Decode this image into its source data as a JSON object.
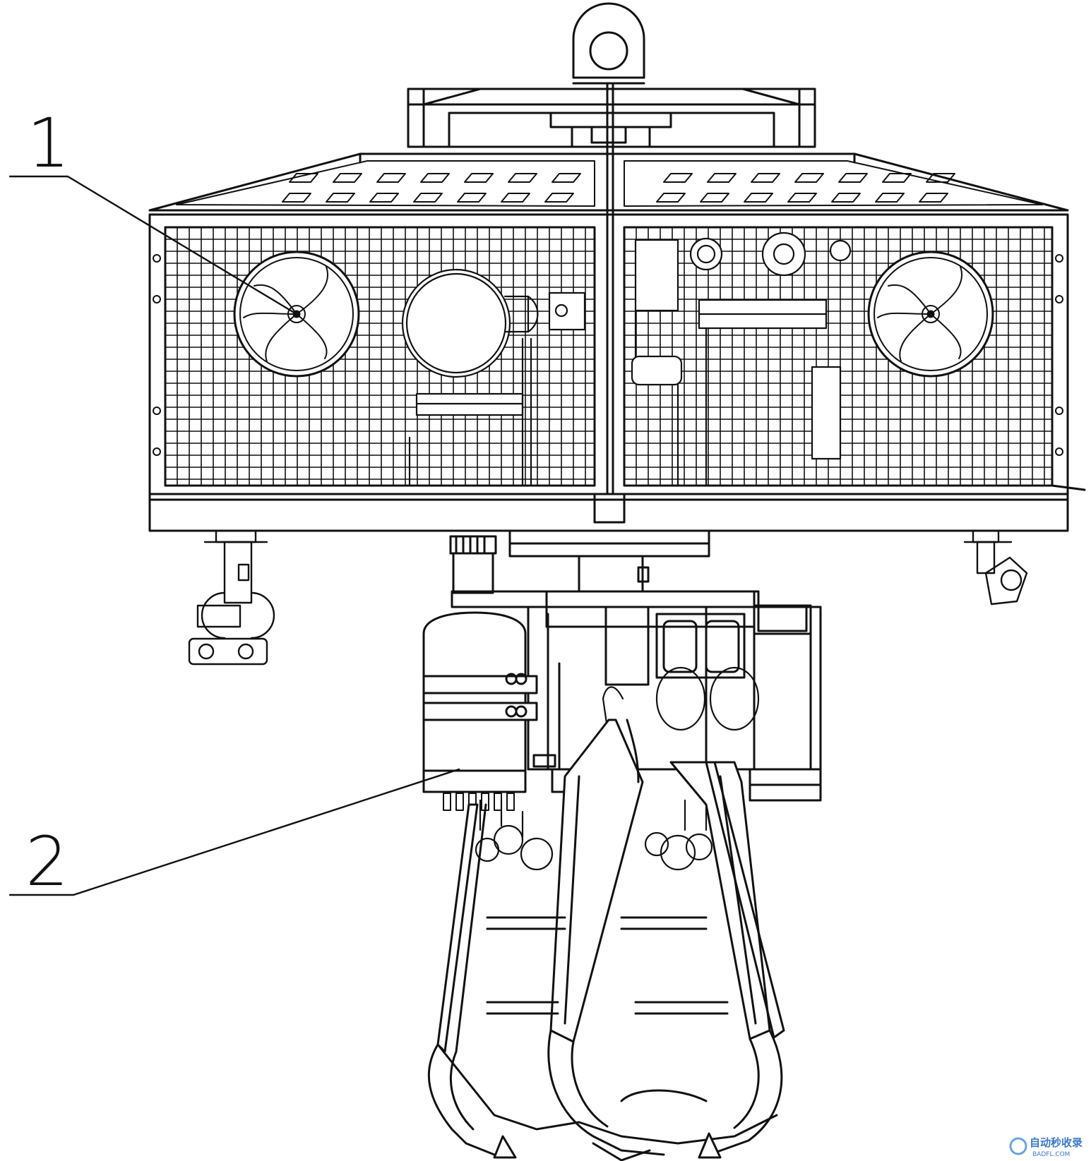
{
  "callouts": [
    {
      "id": "1",
      "label": "1"
    },
    {
      "id": "2",
      "label": "2"
    }
  ],
  "watermark": {
    "name": "自动秒收录",
    "domain": "BADFL.COM"
  },
  "colors": {
    "line": "#111111",
    "background": "#ffffff",
    "watermark": "#3a78c8"
  }
}
